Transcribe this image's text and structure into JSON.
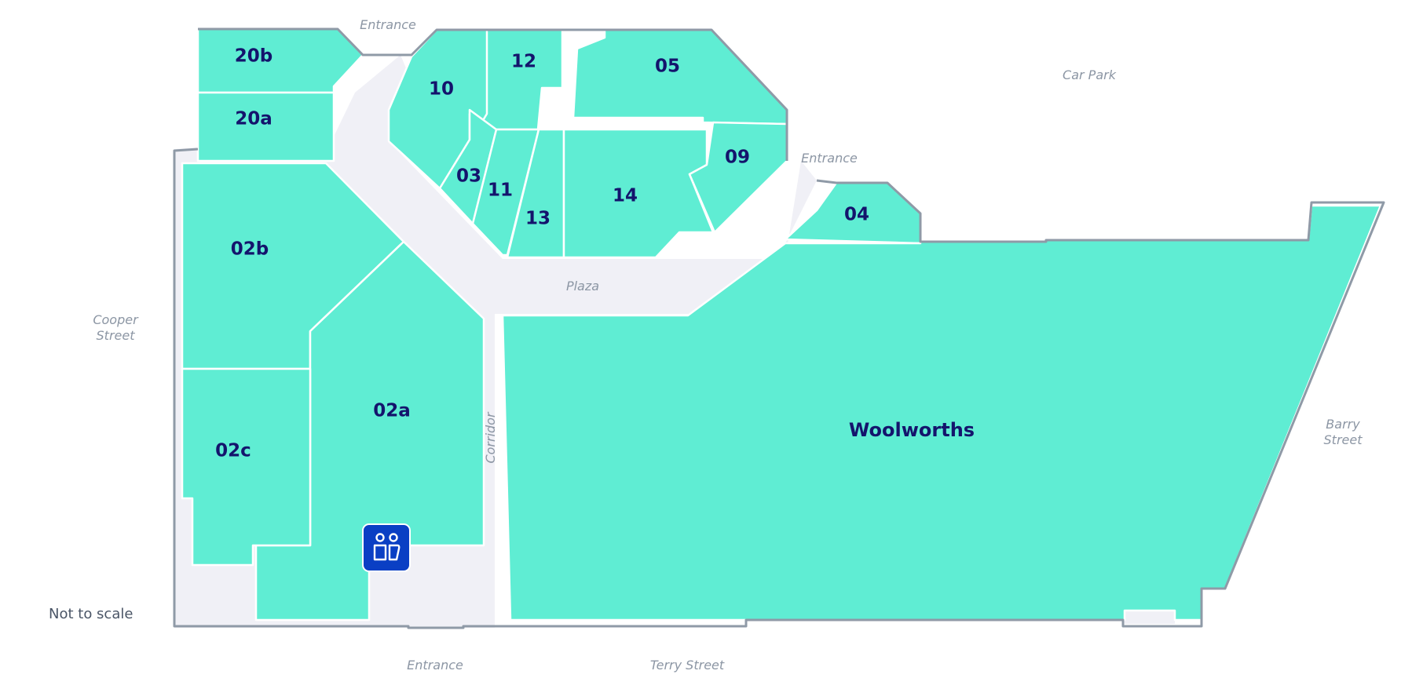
{
  "map": {
    "note": "Not to scale",
    "streets": {
      "entrance_top": "Entrance",
      "entrance_right": "Entrance",
      "entrance_bottom": "Entrance",
      "car_park": "Car Park",
      "cooper_street": [
        "Cooper",
        "Street"
      ],
      "barry_street": [
        "Barry",
        "Street"
      ],
      "terry_street": "Terry Street",
      "plaza": "Plaza",
      "corridor": "Corridor"
    },
    "shops": {
      "s20b": "20b",
      "s20a": "20a",
      "s10": "10",
      "s12": "12",
      "s05": "05",
      "s03": "03",
      "s11": "11",
      "s13": "13",
      "s14": "14",
      "s09": "09",
      "s04": "04",
      "s02b": "02b",
      "s02a": "02a",
      "s02c": "02c",
      "woolworths": "Woolworths"
    },
    "amenities": {
      "toilets_icon": "toilets-icon"
    },
    "colors": {
      "shop_fill": "#5fedd3",
      "walkway": "#f0f0f6",
      "outline": "#8f9aa7",
      "label": "#14146c",
      "amenity": "#0a3fc4"
    }
  }
}
